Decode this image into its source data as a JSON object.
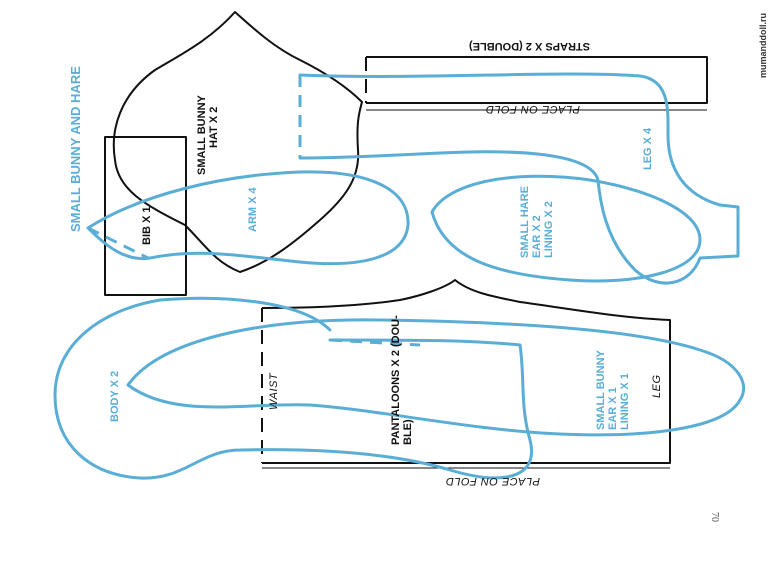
{
  "title": "SMALL BUNNY AND HARE",
  "page_number": "70",
  "watermark": "mumanddoll.ru",
  "pieces": {
    "bib": "BIB X 1",
    "hat_line1": "SMALL BUNNY",
    "hat_line2": "HAT X 2",
    "arm": "ARM X 4",
    "straps": "STRAPS X 2 (DOUBLE)",
    "place_on_fold_top": "PLACE ON FOLD",
    "leg": "LEG X 4",
    "hare_line1": "SMALL HARE",
    "hare_line2": "EAR X 2",
    "hare_line3": "LINING X 2",
    "body": "BODY X 2",
    "waist": "WAIST",
    "pantaloons_line1": "PANTALOONS X 2 (DOU-",
    "pantaloons_line2": "BLE)",
    "bunny_ear_line1": "SMALL BUNNY",
    "bunny_ear_line2": "EAR X 1",
    "bunny_ear_line3": "LINING X 1",
    "pant_leg": "LEG",
    "place_on_fold_bottom": "PLACE ON FOLD"
  },
  "colors": {
    "pattern_blue": "#5aaed6",
    "pattern_black": "#111111"
  }
}
